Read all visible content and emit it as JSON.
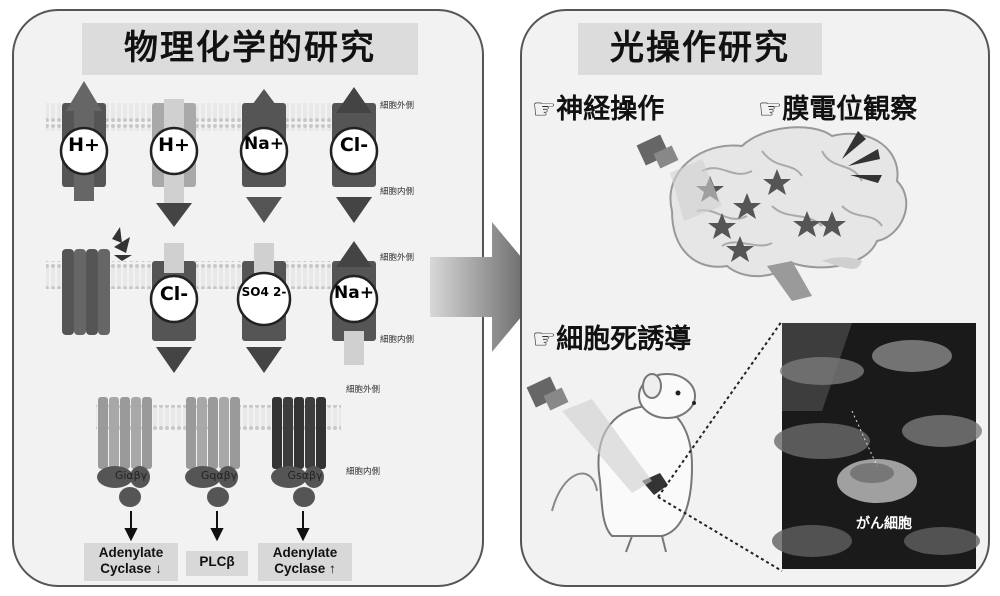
{
  "left_title": "物理化学的研究",
  "right_title": "光操作研究",
  "labels": {
    "outside": "細胞外側",
    "inside": "細胞内側"
  },
  "ions_row1": [
    "H+",
    "H+",
    "Na+",
    "Cl-"
  ],
  "ions_row2": [
    "Cl-",
    "SO4 2-",
    "Na+"
  ],
  "gproteins": [
    {
      "name": "Giαβγ",
      "result_line1": "Adenylate",
      "result_line2": "Cyclase ↓"
    },
    {
      "name": "Gqαβγ",
      "result_line1": "PLCβ",
      "result_line2": ""
    },
    {
      "name": "Gsαβγ",
      "result_line1": "Adenylate",
      "result_line2": "Cyclase ↑"
    }
  ],
  "right_items": {
    "neuro_control": "☞神経操作",
    "membrane_potential": "☞膜電位観察",
    "cell_death": "☞細胞死誘導",
    "cancer_cell": "がん細胞"
  }
}
